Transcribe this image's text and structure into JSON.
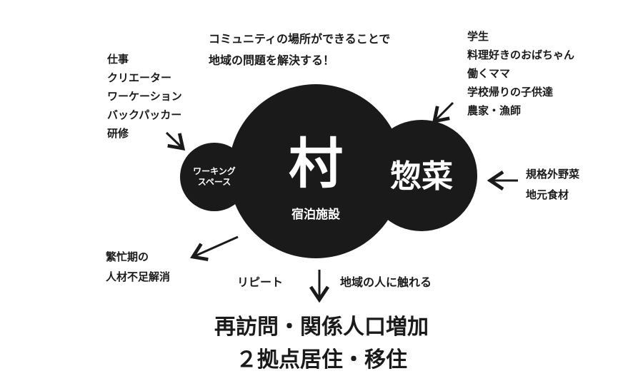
{
  "heading": {
    "line1": "コミュニティの場所ができることで",
    "line2": "地域の問題を解決する！"
  },
  "left_inputs": [
    "仕事",
    "クリエーター",
    "ワーケーション",
    "バックパッカー",
    "研修"
  ],
  "top_right_inputs": [
    "学生",
    "料理好きのおばちゃん",
    "働くママ",
    "学校帰りの子供達",
    "農家・漁師"
  ],
  "right_inputs": [
    "規格外野菜",
    "地元食材"
  ],
  "busy_season": [
    "繁忙期の",
    "人材不足解消"
  ],
  "circles": {
    "village": {
      "label": "村",
      "sublabel": "宿泊施設"
    },
    "deli": {
      "label": "惣菜"
    },
    "workspace": {
      "line1": "ワーキング",
      "line2": "スペース"
    }
  },
  "repeat_label": "リピート",
  "local_label": "地域の人に触れる",
  "outcome": {
    "line1": "再訪問・関係人口増加",
    "line2": "２拠点居住・移住"
  },
  "colors": {
    "fill": "#1a1a1a",
    "background": "#ffffff",
    "inverse_text": "#ffffff"
  }
}
